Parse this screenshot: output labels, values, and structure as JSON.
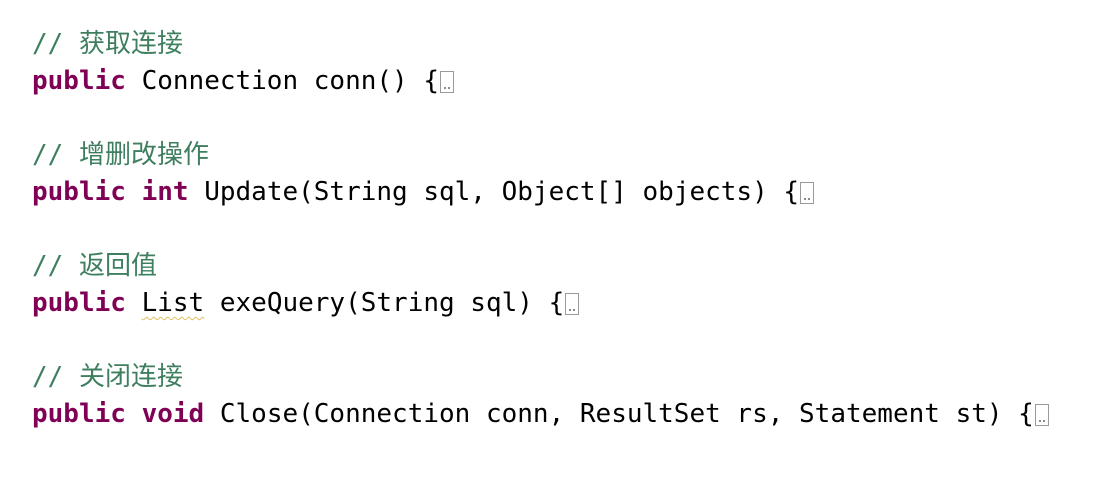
{
  "editor": {
    "blocks": [
      {
        "comment": {
          "prefix": "// ",
          "text": "获取连接"
        },
        "code": {
          "modifier": "public",
          "return_type": "Connection",
          "rest": " conn() {",
          "folded": true
        }
      },
      {
        "comment": {
          "prefix": "// ",
          "text": "增删改操作"
        },
        "code": {
          "modifier": "public",
          "return_type": "int",
          "rest": " Update(String sql, Object[] objects) {",
          "folded": true
        }
      },
      {
        "comment": {
          "prefix": "// ",
          "text": "返回值"
        },
        "code": {
          "modifier": "public",
          "return_type": "List",
          "rest": " exeQuery(String sql) {",
          "folded": true
        }
      },
      {
        "comment": {
          "prefix": "// ",
          "text": "关闭连接"
        },
        "code": {
          "modifier": "public",
          "return_type": "void",
          "rest": " Close(Connection conn, ResultSet rs, Statement st) {",
          "folded": true
        }
      }
    ],
    "colors": {
      "comment": "#3f7f5f",
      "keyword": "#7f0055",
      "text": "#000000",
      "background": "#ffffff",
      "spell_underline": "#e0c060"
    },
    "icons": {
      "folded_block": "collapsed-code-block-icon"
    }
  }
}
